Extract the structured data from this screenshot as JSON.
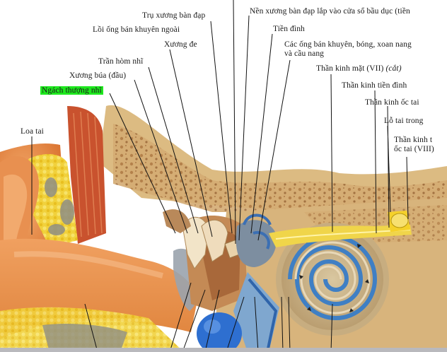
{
  "labels": {
    "stapes_crus": "Trụ xương bàn đạp",
    "stapes_base": "Nền xương bàn đạp lắp vào cửa sổ bầu dục (tiền",
    "lateral_canal_prominence": "Lồi ống bán khuyên ngoài",
    "vestibule": "Tiền đình",
    "incus": "Xương đe",
    "canals_line1": "Các ống bán khuyên, bóng, xoan nang",
    "canals_line2": "và cầu nang",
    "tympanic_roof": "Trần hòm nhĩ",
    "facial_nerve": "Thần kinh mặt (VII)",
    "facial_nerve_note": "(cắt)",
    "malleus": "Xương búa (đầu)",
    "vestibular_nerve": "Thần kinh tiền đình",
    "epitympanic_recess": "Ngách thượng nhĩ",
    "cochlear_nerve": "Thần kinh ốc tai",
    "internal_meatus": "Lỗ tai trong",
    "vestibulocochlear_line1": "Thần kinh t",
    "vestibulocochlear_line2": "ốc tai (VIII)",
    "auricle": "Loa tai"
  },
  "colors": {
    "highlight": "#1ee81e",
    "bone": "#d9b27a",
    "skin": "#e8924a",
    "fat": "#f2d23a",
    "nerve": "#f0d54a",
    "cochlea_blue": "#3f7fc4"
  }
}
